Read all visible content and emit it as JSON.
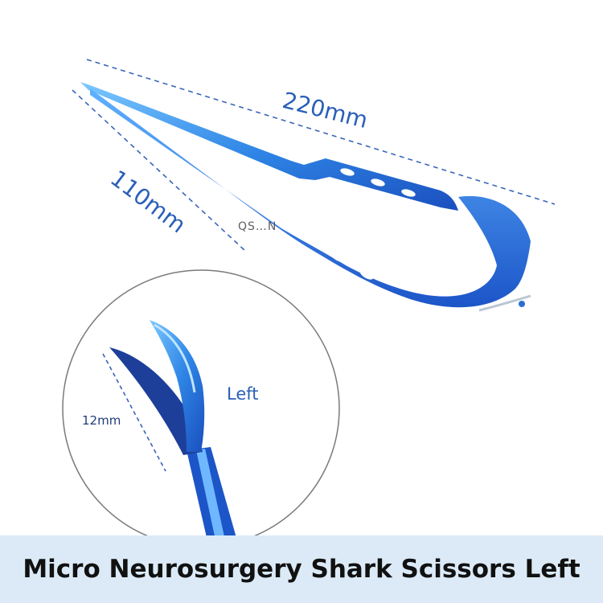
{
  "image": {
    "dimension_total": "220mm",
    "dimension_blade": "110mm",
    "dimension_tip": "12mm",
    "side_label": "Left",
    "watermark": "QS…N",
    "caption": "Micro Neurosurgery Shark Scissors Left"
  },
  "colors": {
    "instrument_blue": "#2e7fe0",
    "instrument_highlight": "#8fd0ff",
    "dimension_line": "#3a64b8",
    "caption_background": "#dbeaf6"
  }
}
